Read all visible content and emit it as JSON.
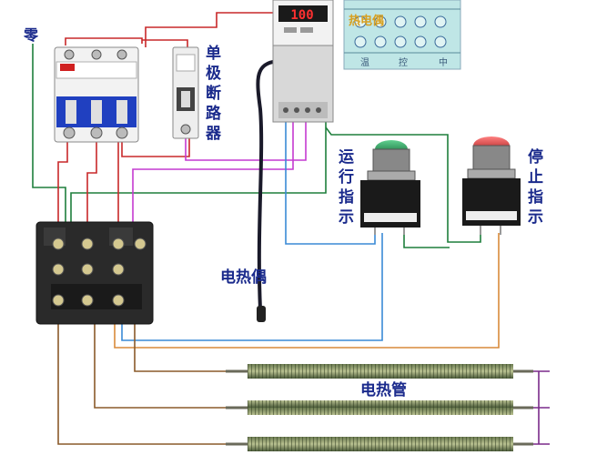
{
  "labels": {
    "neutral": "零",
    "single_pole_breaker": [
      "单",
      "极",
      "断",
      "路",
      "器"
    ],
    "run_indicator": [
      "运",
      "行",
      "指",
      "示"
    ],
    "stop_indicator": [
      "停",
      "止",
      "指",
      "示"
    ],
    "thermocouple": "电热偶",
    "heating_tubes": "电热管",
    "controller_display": "100",
    "inset_title": "热电偶",
    "inset_bottom": [
      "温",
      "控",
      "中"
    ]
  },
  "colors": {
    "wire_red": "#c8282a",
    "wire_green": "#1e7f3c",
    "wire_blue": "#3a8ad6",
    "wire_magenta": "#c43ad0",
    "wire_orange": "#d98a3a",
    "wire_brown": "#8a5a2a",
    "wire_purple": "#7a2a8a",
    "label_color": "#1a2a8c",
    "indicator_red": "#d0202a",
    "indicator_green": "#1a8a4a"
  }
}
